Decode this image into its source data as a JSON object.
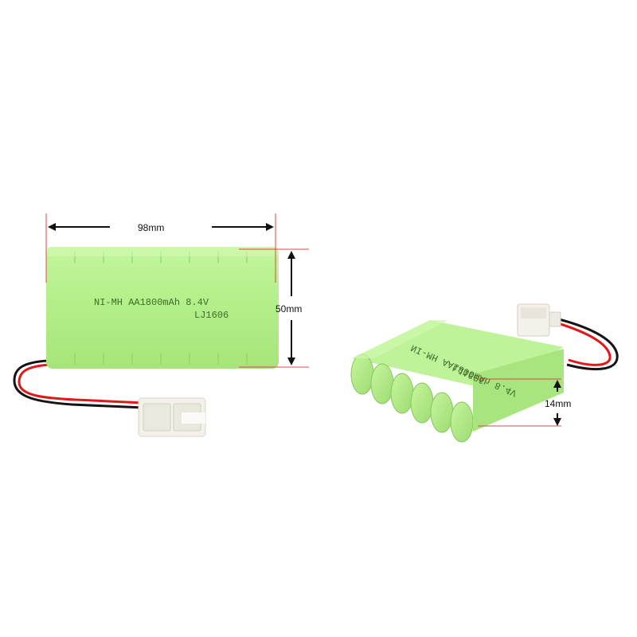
{
  "front_view": {
    "battery_print": {
      "line1": "NI-MH AA1800mAh 8.4V",
      "line2": "LJ1606"
    },
    "width_label": "98mm",
    "height_label": "50mm"
  },
  "side_view": {
    "battery_print": {
      "line1": "NI-MH AA1800mAh 8.4V",
      "line2": "LJ1606"
    },
    "thickness_label": "14mm"
  },
  "colors": {
    "battery_green": "#b6ef8c",
    "cell_groove": "#8fd468",
    "wire_red": "#e01818",
    "wire_black": "#141414",
    "connector": "#f3f1ea",
    "dimension_line": "#e04848"
  }
}
